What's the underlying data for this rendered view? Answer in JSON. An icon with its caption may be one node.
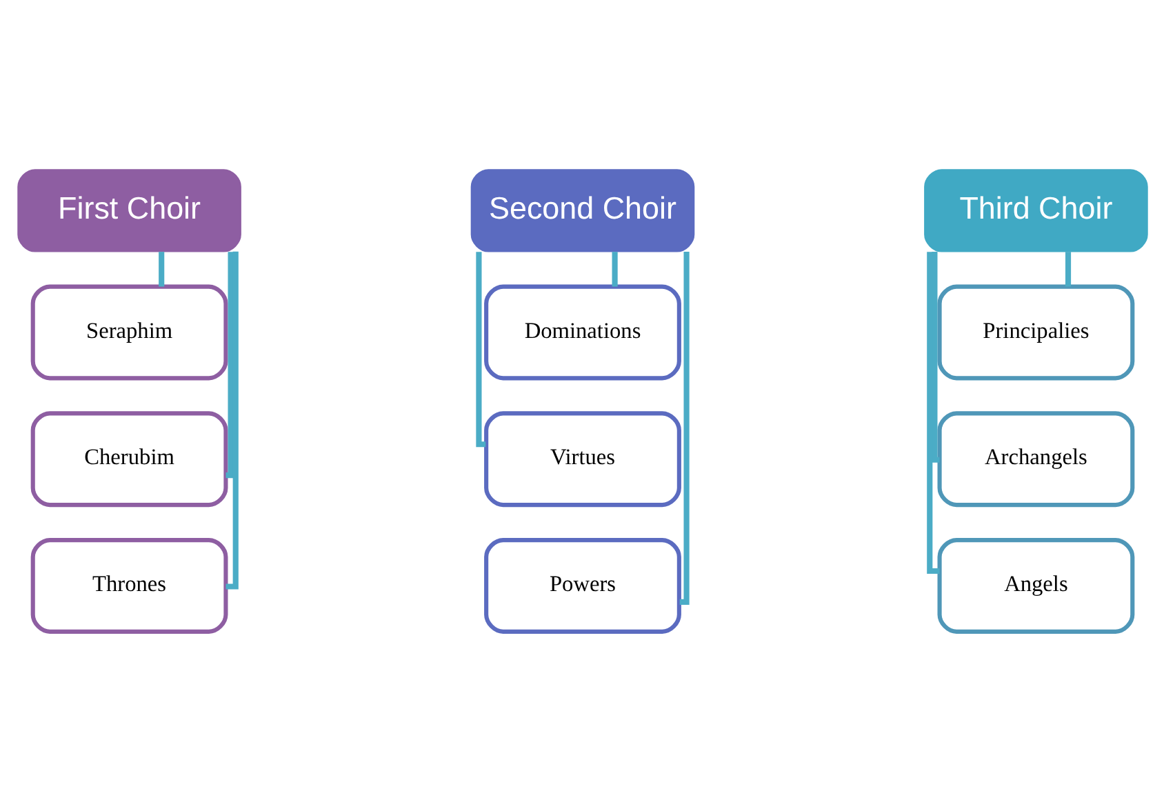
{
  "diagram": {
    "nodes": [
      {
        "text": [
          "First Choir"
        ]
      },
      {
        "text": [
          "Seraphim"
        ]
      },
      {
        "text": [
          "Cherubim"
        ]
      },
      {
        "text": [
          "Thrones"
        ]
      },
      {
        "text": [
          "Second Choir"
        ]
      },
      {
        "text": [
          "Dominations"
        ]
      },
      {
        "text": [
          "Virtues"
        ]
      },
      {
        "text": [
          "Powers"
        ]
      },
      {
        "text": [
          "Third Choir"
        ]
      },
      {
        "text": [
          "Principalies"
        ]
      },
      {
        "text": [
          "Archangels"
        ]
      },
      {
        "text": [
          "Angels"
        ]
      }
    ],
    "edges": [
      {
        "from": 0,
        "to": 1,
        "arrow": "none"
      },
      {
        "from": 0,
        "to": 2,
        "arrow": "none"
      },
      {
        "from": 0,
        "to": 3,
        "arrow": "none"
      },
      {
        "from": 4,
        "to": 5,
        "arrow": "none"
      },
      {
        "from": 4,
        "to": 6,
        "arrow": "none"
      },
      {
        "from": 4,
        "to": 7,
        "arrow": "none"
      },
      {
        "from": 8,
        "to": 9,
        "arrow": "none"
      },
      {
        "from": 8,
        "to": 10,
        "arrow": "none"
      },
      {
        "from": 8,
        "to": 11,
        "arrow": "none"
      }
    ]
  }
}
